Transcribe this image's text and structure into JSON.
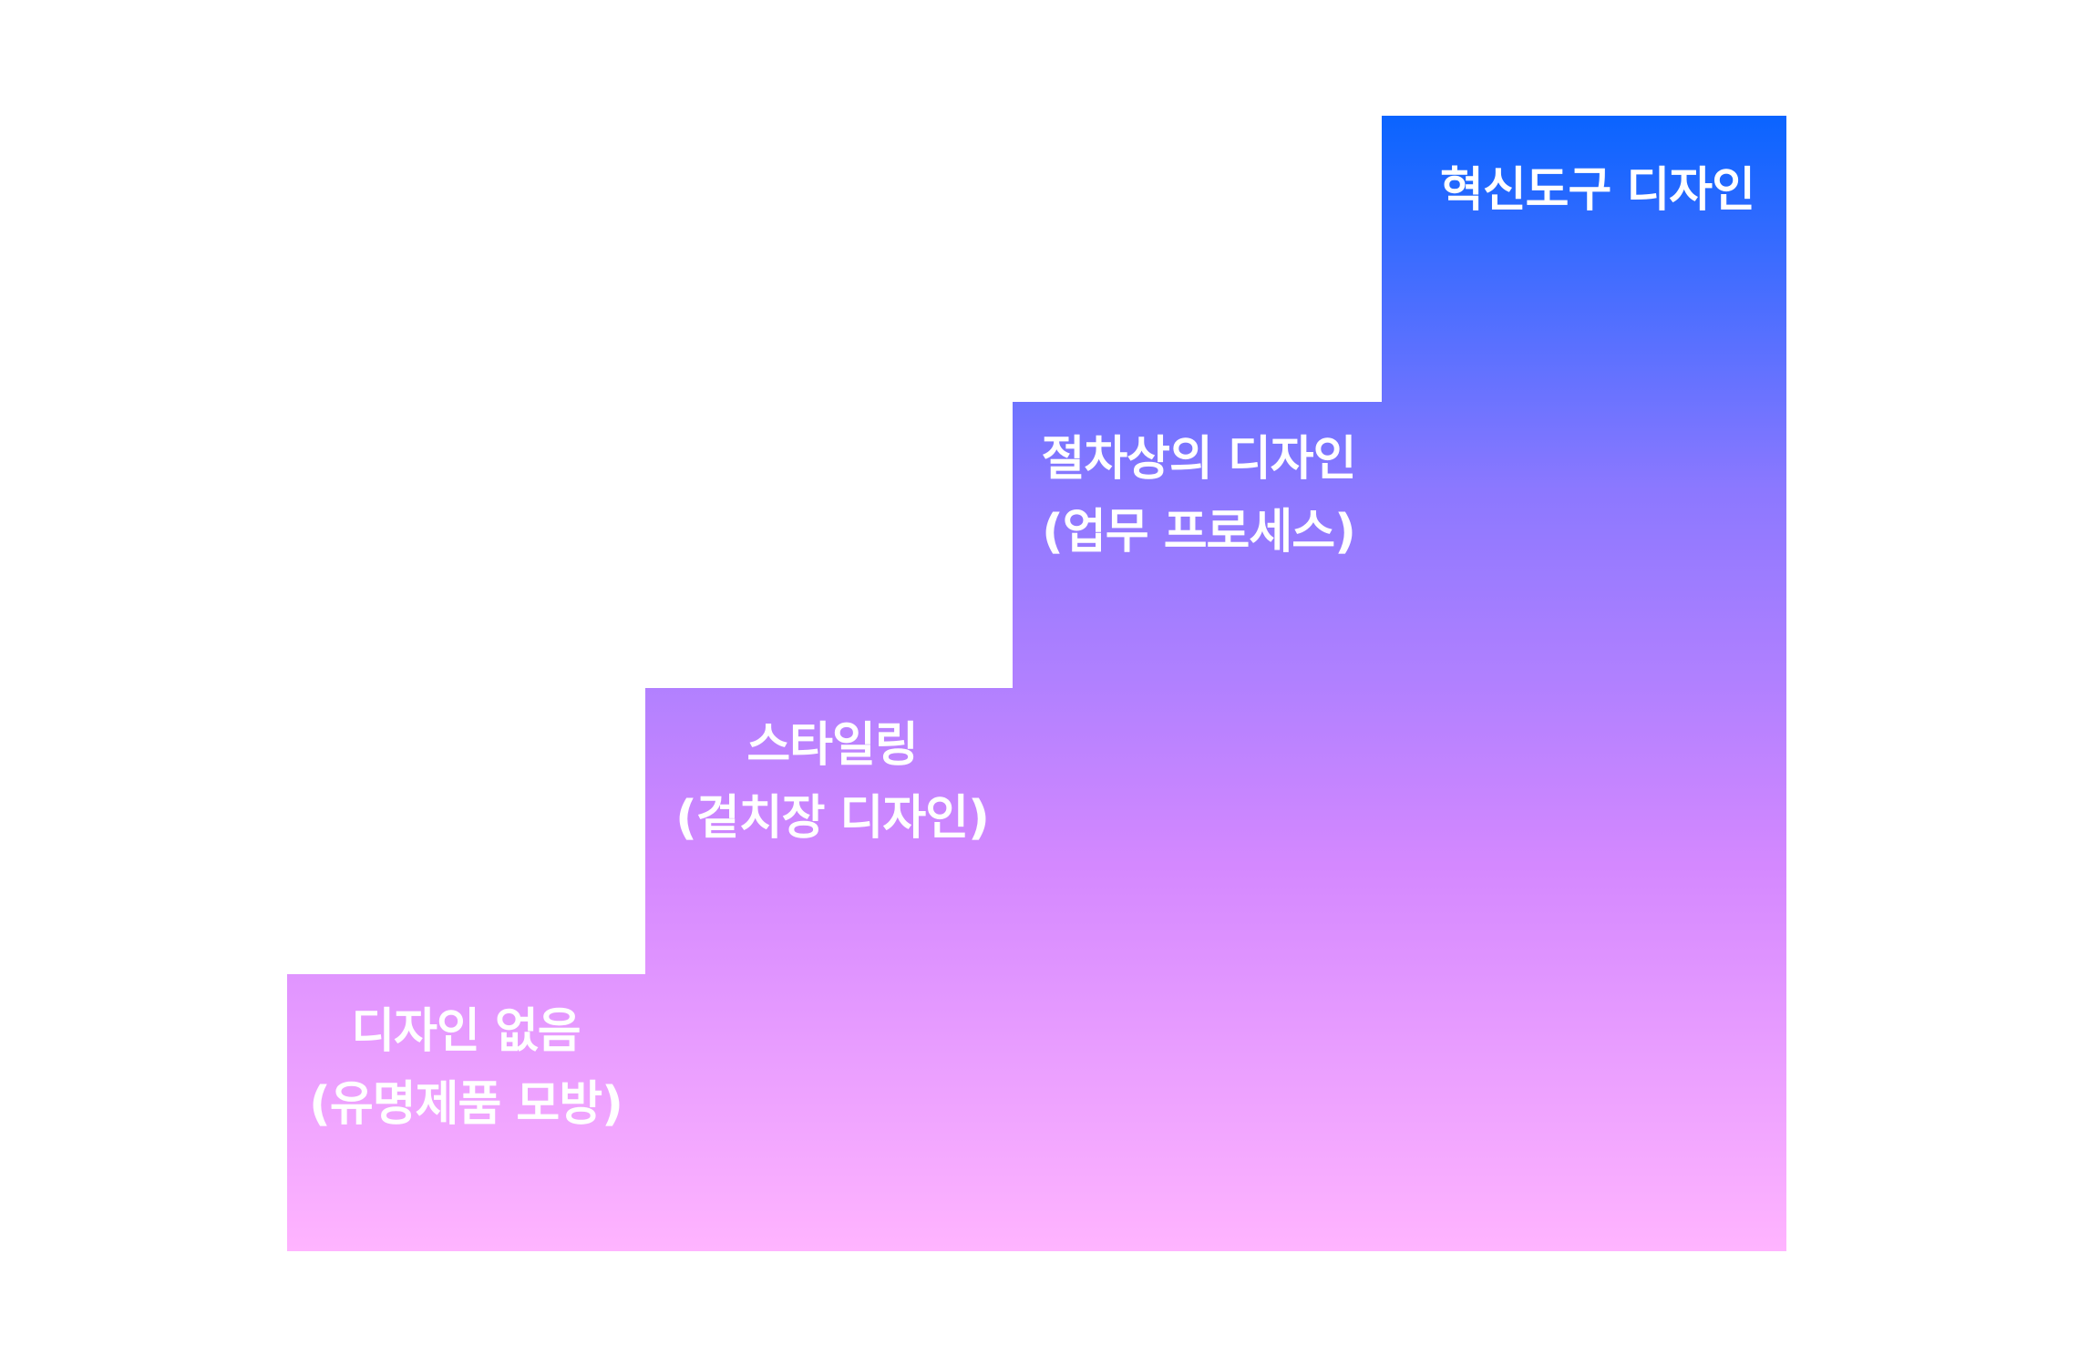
{
  "diagram": {
    "type": "staircase",
    "gradient": {
      "top_color": "#0A64FF",
      "bottom_color": "#FFB4FF"
    },
    "steps": [
      {
        "level": 1,
        "line1": "디자인 없음",
        "line2": "(유명제품 모방)"
      },
      {
        "level": 2,
        "line1": "스타일링",
        "line2": "(겉치장 디자인)"
      },
      {
        "level": 3,
        "line1": "절차상의 디자인",
        "line2": "(업무 프로세스)"
      },
      {
        "level": 4,
        "line1": "혁신도구 디자인",
        "line2": ""
      }
    ]
  }
}
